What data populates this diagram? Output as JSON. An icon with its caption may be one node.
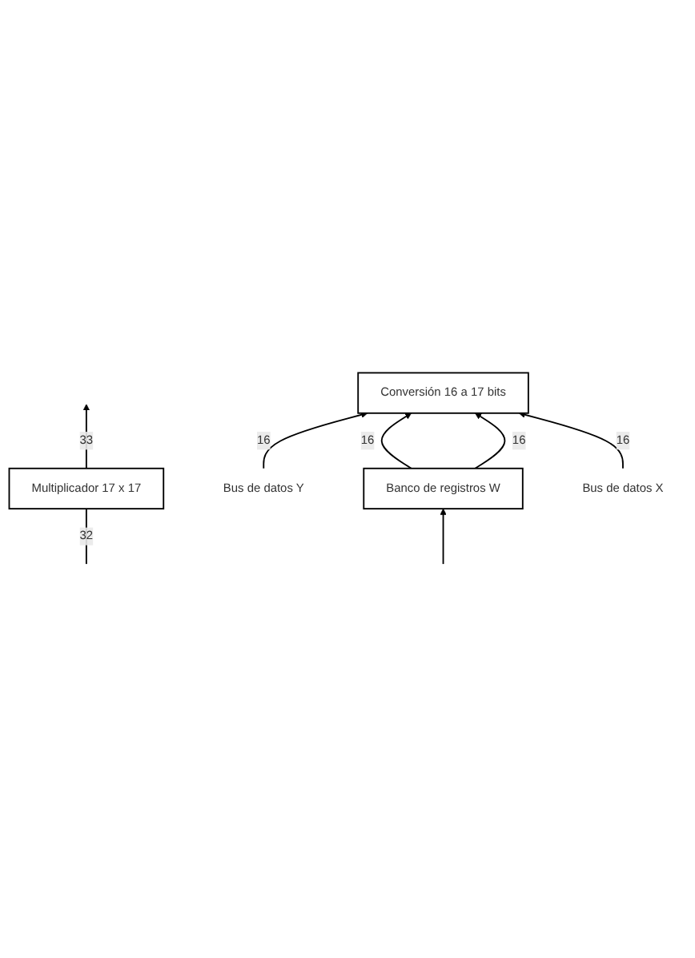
{
  "diagram": {
    "nodes": [
      {
        "text": [
          "Multiplicador 17 x 17"
        ]
      },
      {
        "text": [
          "Conversión 16 a 17 bits"
        ]
      },
      {
        "text": [
          "Bus de datos Y"
        ]
      },
      {
        "text": [
          "Bus de datos X"
        ]
      },
      {
        "text": [
          "Banco de registros W"
        ]
      }
    ],
    "edges": [
      {
        "from": 0,
        "to": null,
        "arrow": "to",
        "label": "33"
      },
      {
        "from": null,
        "to": 0,
        "arrow": "none",
        "label": "32"
      },
      {
        "from": 2,
        "to": 1,
        "arrow": "to",
        "label": "16"
      },
      {
        "from": 4,
        "to": 1,
        "arrow": "to",
        "label": "16"
      },
      {
        "from": 4,
        "to": 1,
        "arrow": "to",
        "label": "16"
      },
      {
        "from": 3,
        "to": 1,
        "arrow": "to",
        "label": "16"
      },
      {
        "from": null,
        "to": 4,
        "arrow": "to"
      }
    ]
  }
}
